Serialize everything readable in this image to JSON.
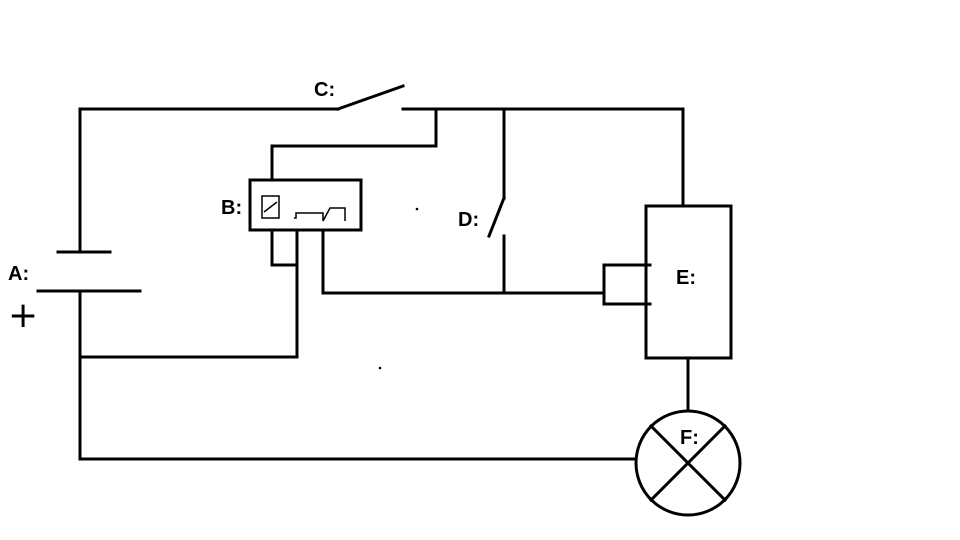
{
  "labels": {
    "battery": "A:",
    "relay": "B:",
    "switch_c": "C:",
    "switch_d": "D:",
    "module": "E:",
    "lamp": "F:",
    "polarity": "+"
  }
}
